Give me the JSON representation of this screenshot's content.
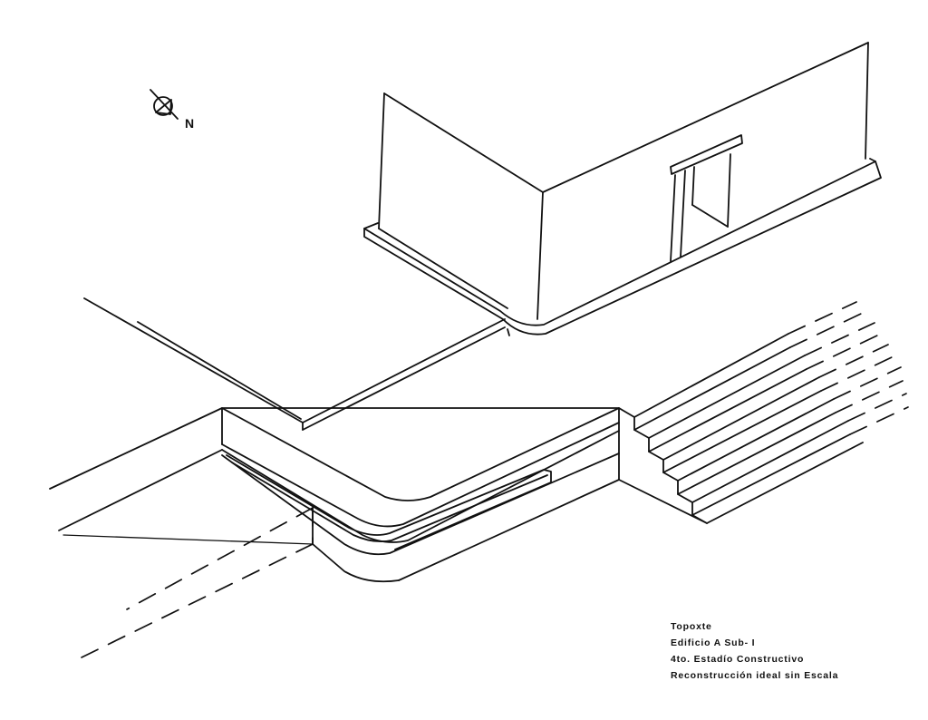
{
  "compass": {
    "icon": "north-arrow-icon",
    "label": "N"
  },
  "caption": {
    "lines": [
      "Topoxte",
      "Edificio A Sub- I",
      "4to. Estadío Constructivo",
      "Reconstrucción ideal sin Escala"
    ]
  },
  "colors": {
    "ink": "#111111",
    "paper": "#ffffff"
  }
}
